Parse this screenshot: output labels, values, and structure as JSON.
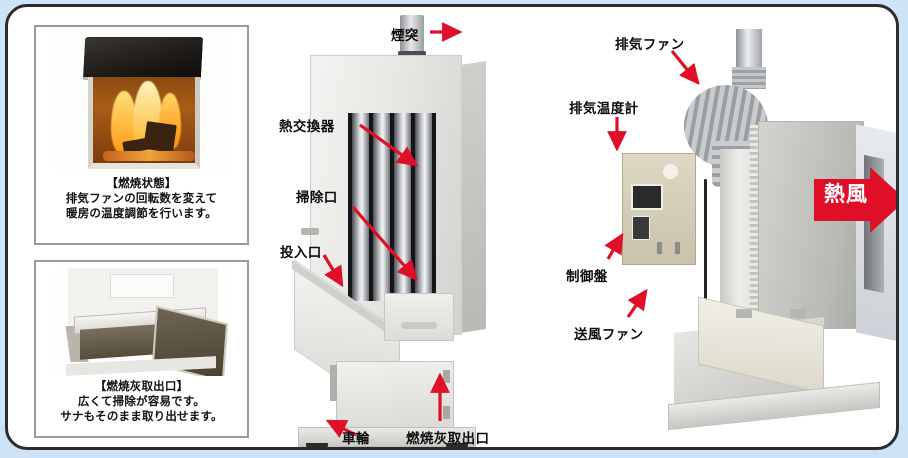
{
  "page": {
    "background_color": "#cfe3f7",
    "panel_color": "#ffffff",
    "border_color": "#2b2b2b",
    "accent_red": "#e00f28"
  },
  "photos": [
    {
      "id": "combustion-state",
      "alt": "firebox-burning-photo",
      "caption_heading": "【燃焼状態】",
      "caption_lines": [
        "排気ファンの回転数を変えて",
        "暖房の温度調節を行います。"
      ]
    },
    {
      "id": "ash-outlet",
      "alt": "ash-removal-door-photo",
      "caption_heading": "【燃焼灰取出口】",
      "caption_lines": [
        "広くて掃除が容易です。",
        "サナもそのまま取り出せます。"
      ]
    }
  ],
  "center_unit": {
    "name": "furnace-side-view",
    "labels": [
      {
        "key": "chimney",
        "text": "煙突"
      },
      {
        "key": "heat-exchanger",
        "text": "熱交換器"
      },
      {
        "key": "cleaning-port",
        "text": "掃除口"
      },
      {
        "key": "input-port",
        "text": "投入口"
      },
      {
        "key": "wheel",
        "text": "車輪"
      },
      {
        "key": "ash-outlet",
        "text": "燃焼灰取出口"
      }
    ]
  },
  "right_unit": {
    "name": "furnace-front-view",
    "labels": [
      {
        "key": "exhaust-fan",
        "text": "排気ファン"
      },
      {
        "key": "exhaust-thermometer",
        "text": "排気温度計"
      },
      {
        "key": "control-panel",
        "text": "制御盤"
      },
      {
        "key": "blower-fan",
        "text": "送風ファン"
      }
    ]
  },
  "hot_air": {
    "label": "熱風",
    "color": "#e00f28"
  }
}
